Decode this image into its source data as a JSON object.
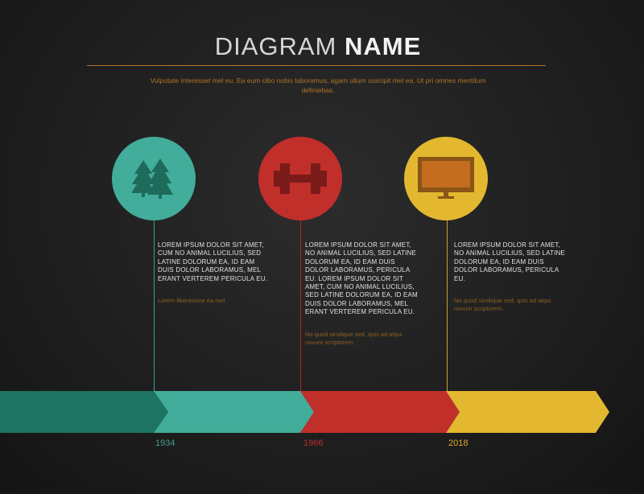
{
  "header": {
    "title_light": "DIAGRAM",
    "title_bold": "NAME",
    "subtitle": "Vulputate interesset mel eu. Ea eum cibo nobis laboramus, agam ullum suscipit mel ea. Ut pri omnes mentitum definiebas."
  },
  "milestones": [
    {
      "icon": "trees-icon",
      "color": "#42ad9a",
      "body": "LOREM IPSUM DOLOR SIT AMET, CUM NO ANIMAL LUCILIUS, SED LATINE DOLORUM EA, ID EAM DUIS DOLOR LABORAMUS, MEL ERANT VERTEREM PERICULA EU.",
      "note": "Lorem liberavisse ea mel.",
      "year": "1934"
    },
    {
      "icon": "dumbbell-icon",
      "color": "#c12f2b",
      "body": "LOREM IPSUM DOLOR SIT AMET, NO ANIMAL LUCILIUS, SED LATINE DOLORUM EA, ID EAM DUIS DOLOR LABORAMUS, PERICULA EU. LOREM IPSUM DOLOR SIT AMET, CUM NO ANIMAL LUCILIUS, SED LATINE DOLORUM EA, ID EAM DUIS DOLOR LABORAMUS, MEL ERANT VERTEREM PERICULA EU.",
      "note": "No quod similique sed, quis ad atqui novum scriptorem.",
      "year": "1966"
    },
    {
      "icon": "monitor-icon",
      "color": "#e3b830",
      "body": "LOREM IPSUM DOLOR SIT AMET, NO ANIMAL LUCILIUS, SED LATINE DOLORUM EA, ID EAM DUIS DOLOR LABORAMUS, PERICULA EU.",
      "note": "No quod similique sed, quis ad atqui novum scriptorem.",
      "year": "2018"
    }
  ],
  "timeline_colors": {
    "dark_teal": "#1c7461",
    "teal": "#42ad9a",
    "red": "#c12f2b",
    "yellow": "#e3b830"
  }
}
